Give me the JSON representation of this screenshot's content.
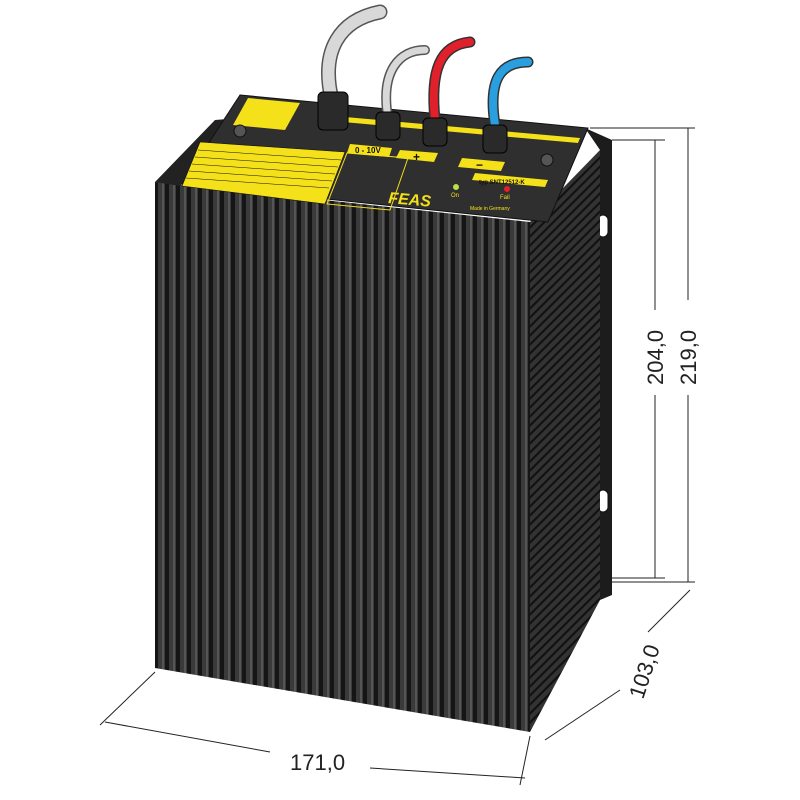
{
  "product": {
    "brand": "FEAS",
    "type_label": "typ SNT12512-K",
    "control_label": "0 - 10V",
    "plus_label": "+",
    "minus_label": "−",
    "led_on_label": "On",
    "led_fail_label": "Fail",
    "made_in": "Made in Germany",
    "colors": {
      "body": "#2b2b2b",
      "label": "#f5e11a",
      "cable_red": "#e0202a",
      "cable_blue": "#2a9fe0",
      "cable_grey": "#d8d8d8"
    }
  },
  "dimensions": {
    "height_inner": "204,0",
    "height_outer": "219,0",
    "depth": "103,0",
    "width": "171,0"
  }
}
